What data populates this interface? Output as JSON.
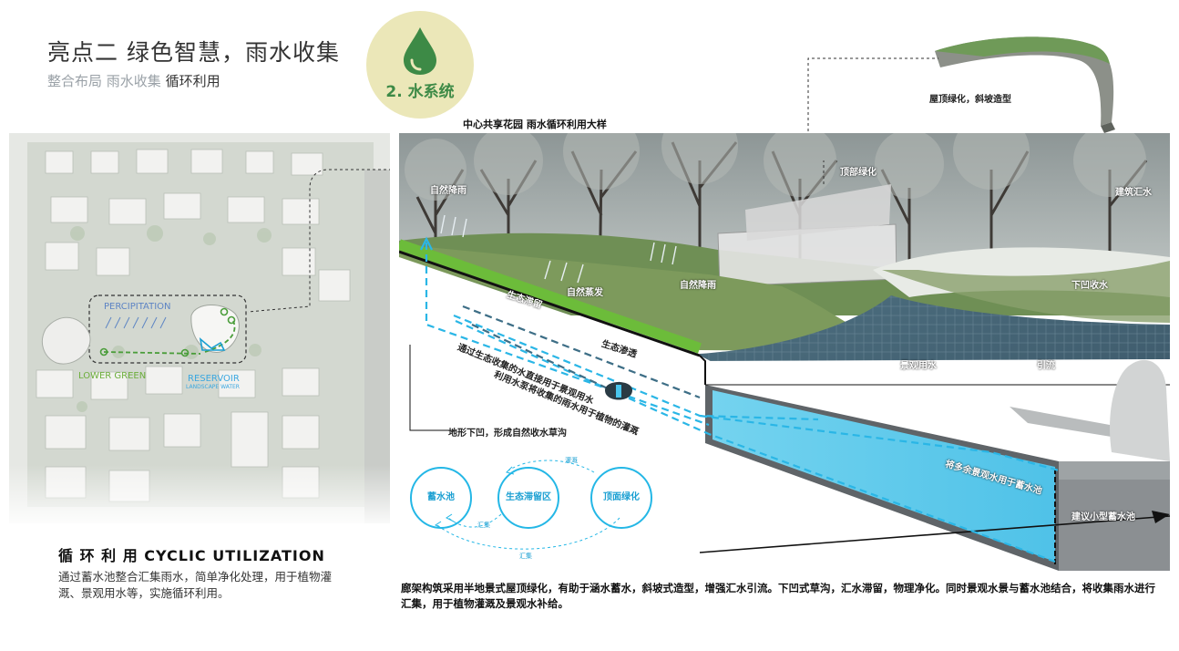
{
  "header": {
    "title": "亮点二  绿色智慧，雨水收集",
    "subtitle_light": "整合布局 雨水收集",
    "subtitle_dark": "循环利用",
    "badge_label": "2. 水系统"
  },
  "plan": {
    "precipitation": "PERCIPITATION",
    "lower_green": "LOWER GREEN",
    "reservoir": "RESERVOIR",
    "landscape_water": "LANDSCAPE WATER"
  },
  "bottom": {
    "heading": "循 环 利 用   CYCLIC UTILIZATION",
    "body": "通过蓄水池整合汇集雨水，简单净化处理，用于植物灌溉、景观用水等，实施循环利用。"
  },
  "section": {
    "title": "中心共享花园   雨水循环利用大样",
    "roof_label": "屋顶绿化，斜坡造型",
    "labels": {
      "rain1": "自然降雨",
      "rain2": "自然降雨",
      "evap": "自然蒸发",
      "roof_green": "顶部绿化",
      "building_water": "建筑汇水",
      "sunken": "下凹收水",
      "eco_retention": "生态滞留",
      "eco_seepage": "生态渗透",
      "landscape_water": "景观用水",
      "diversion": "引流",
      "collect_direct": "通过生态收集的水直接用于景观用水",
      "pump": "利用水泵将收集的雨水用于植物的灌溉",
      "terrain": "地形下凹，形成自然收水草沟",
      "to_tank": "将多余景观水用于蓄水池",
      "tank": "建议小型蓄水池"
    }
  },
  "cycle": {
    "nodes": [
      "蓄水池",
      "生态滞留区",
      "顶面绿化"
    ],
    "arrow_top": "灌溉",
    "arrow_mid": "汇集",
    "arrow_bottom": "汇集"
  },
  "caption": "廊架构筑采用半地景式屋顶绿化，有助于涵水蓄水，斜坡式造型，增强汇水引流。下凹式草沟，汇水滞留，物理净化。同时景观水景与蓄水池结合，将收集雨水进行汇集，用于植物灌溉及景观水补给。",
  "colors": {
    "accent_green": "#3d8a46",
    "water_blue": "#24b7e6",
    "badge_bg": "#ebe7b8"
  }
}
